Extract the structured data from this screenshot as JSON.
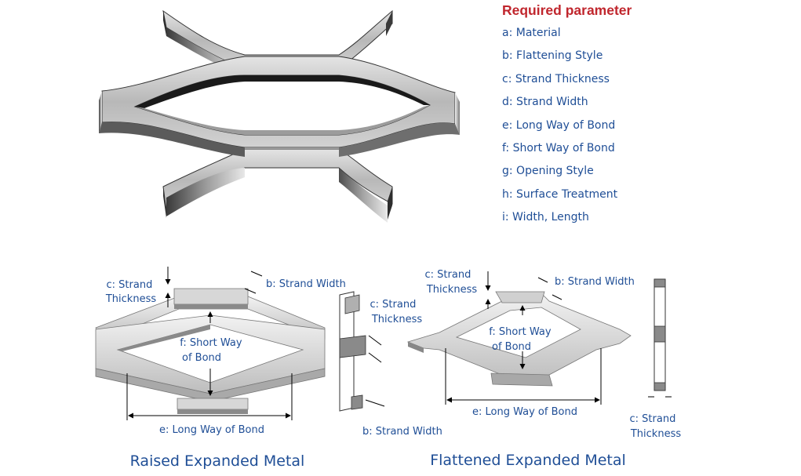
{
  "parameters": {
    "heading": "Required parameter",
    "items": [
      "a: Material",
      "b: Flattening Style",
      "c: Strand Thickness",
      "d: Strand Width",
      "e: Long Way of Bond",
      "f: Short Way of Bond",
      "g: Opening Style",
      "h: Surface Treatment",
      "i: Width, Length"
    ]
  },
  "raised": {
    "caption": "Raised Expanded Metal",
    "strand_thickness": [
      "c: Strand",
      "Thickness"
    ],
    "strand_width": "b: Strand Width",
    "short_way": [
      "f: Short Way",
      "of Bond"
    ],
    "long_way": "e: Long Way of Bond",
    "side_thickness": [
      "c: Strand",
      "Thickness"
    ],
    "side_width": "b: Strand Width"
  },
  "flattened": {
    "caption": "Flattened Expanded Metal",
    "strand_thickness": [
      "c: Strand",
      "Thickness"
    ],
    "strand_width": "b: Strand Width",
    "short_way": [
      "f: Short Way",
      "of Bond"
    ],
    "long_way": "e: Long Way of Bond",
    "side_thickness": [
      "c: Strand",
      "Thickness"
    ]
  },
  "colors": {
    "label": "#1f4e96",
    "heading": "#c0262d",
    "metal_top": "#c4c4c4",
    "metal_side": "#555555"
  }
}
